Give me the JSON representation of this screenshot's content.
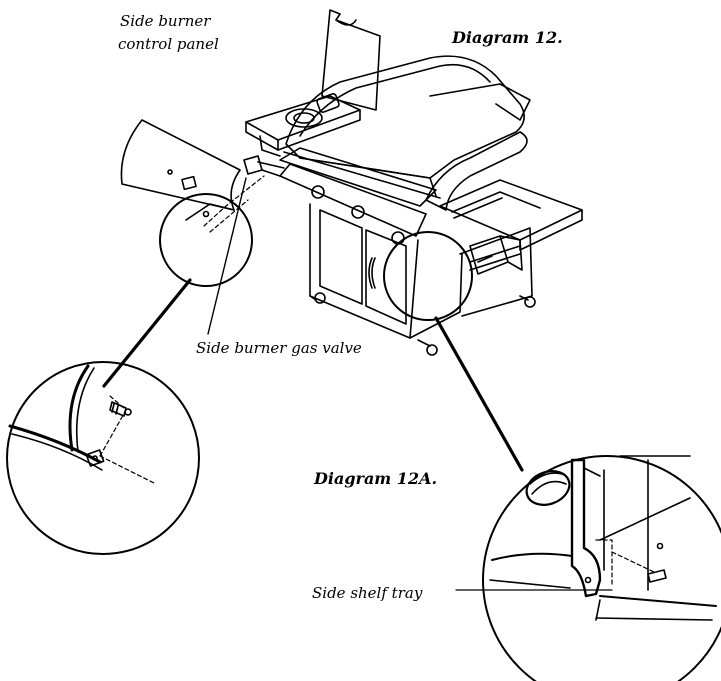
{
  "labels": {
    "control_panel_line1": "Side burner",
    "control_panel_line2": "control panel",
    "gas_valve": "Side burner gas valve",
    "shelf_tray": "Side shelf tray"
  },
  "titles": {
    "diagram": "Diagram 12.",
    "detail": "Diagram 12A."
  },
  "colors": {
    "ink": "#000000",
    "paper": "#ffffff"
  }
}
